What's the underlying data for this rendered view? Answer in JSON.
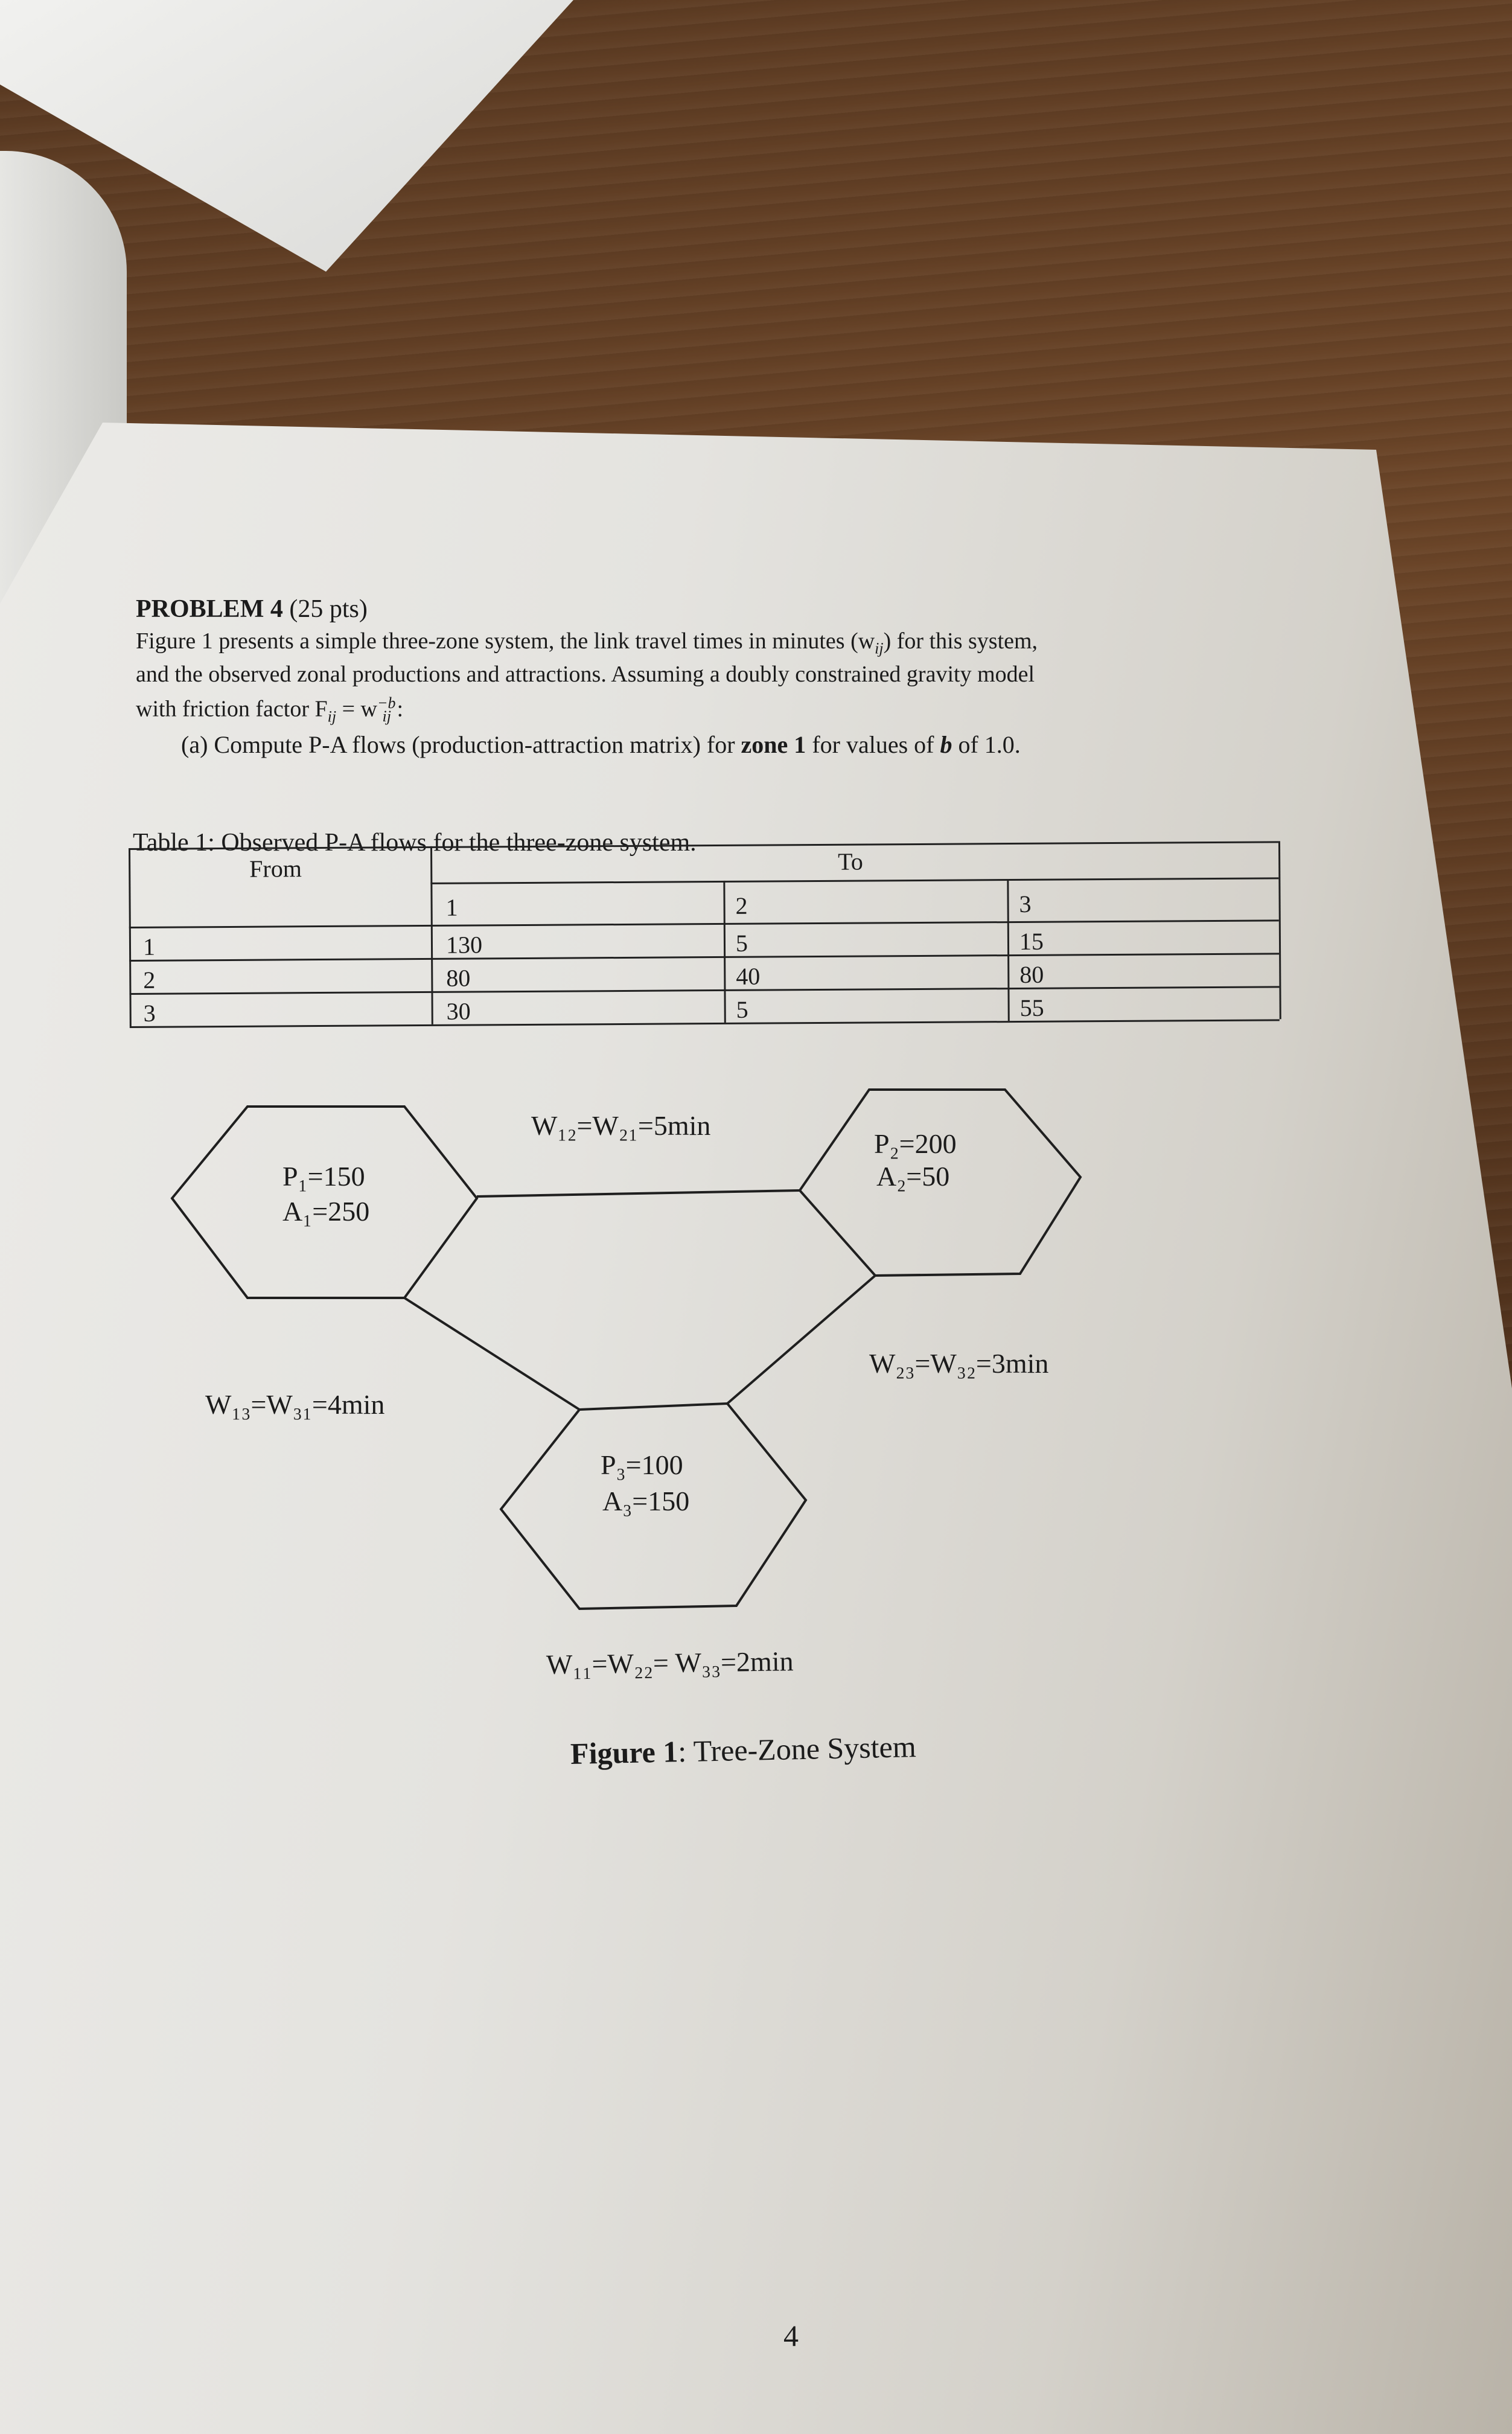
{
  "problem": {
    "heading": "PROBLEM 4",
    "points": "(25 pts)",
    "line1": "Figure 1 presents a simple three-zone system, the link travel times in minutes (w",
    "line1_sub": "ij",
    "line1_end": ") for this system,",
    "line2": "and the observed zonal productions and attractions. Assuming a doubly constrained gravity model",
    "line3": "with friction factor F",
    "line3_sub": "ij",
    "line3_mid": " = w",
    "line3_sup": "−b",
    "line3_sub2": "ij",
    "line3_end": " :",
    "part_a_prefix": "(a) Compute P-A flows (production-attraction matrix) for ",
    "part_a_bold": "zone 1",
    "part_a_mid": " for values of ",
    "part_a_b": "b",
    "part_a_end": " of 1.0."
  },
  "table": {
    "caption": "Table 1: Observed P-A flows for the three-zone system.",
    "from_label": "From",
    "to_label": "To",
    "columns": [
      "1",
      "2",
      "3"
    ],
    "rows": [
      {
        "zone": "1",
        "values": [
          "130",
          "5",
          "15"
        ]
      },
      {
        "zone": "2",
        "values": [
          "80",
          "40",
          "80"
        ]
      },
      {
        "zone": "3",
        "values": [
          "30",
          "5",
          "55"
        ]
      }
    ]
  },
  "figure": {
    "zone1": {
      "p": "P₁=150",
      "a": "A₁=250"
    },
    "zone2": {
      "p": "P₂=200",
      "a": "A₂=50"
    },
    "zone3": {
      "p": "P₃=100",
      "a": "A₃=150"
    },
    "w12": "W₁₂=W₂₁=5min",
    "w23": "W₂₃=W₃₂=3min",
    "w13": "W₁₃=W₃₁=4min",
    "w_self": "W₁₁=W₂₂= W₃₃=2min",
    "caption_bold": "Figure 1",
    "caption_rest": ": Tree-Zone System"
  },
  "page_number": "4"
}
